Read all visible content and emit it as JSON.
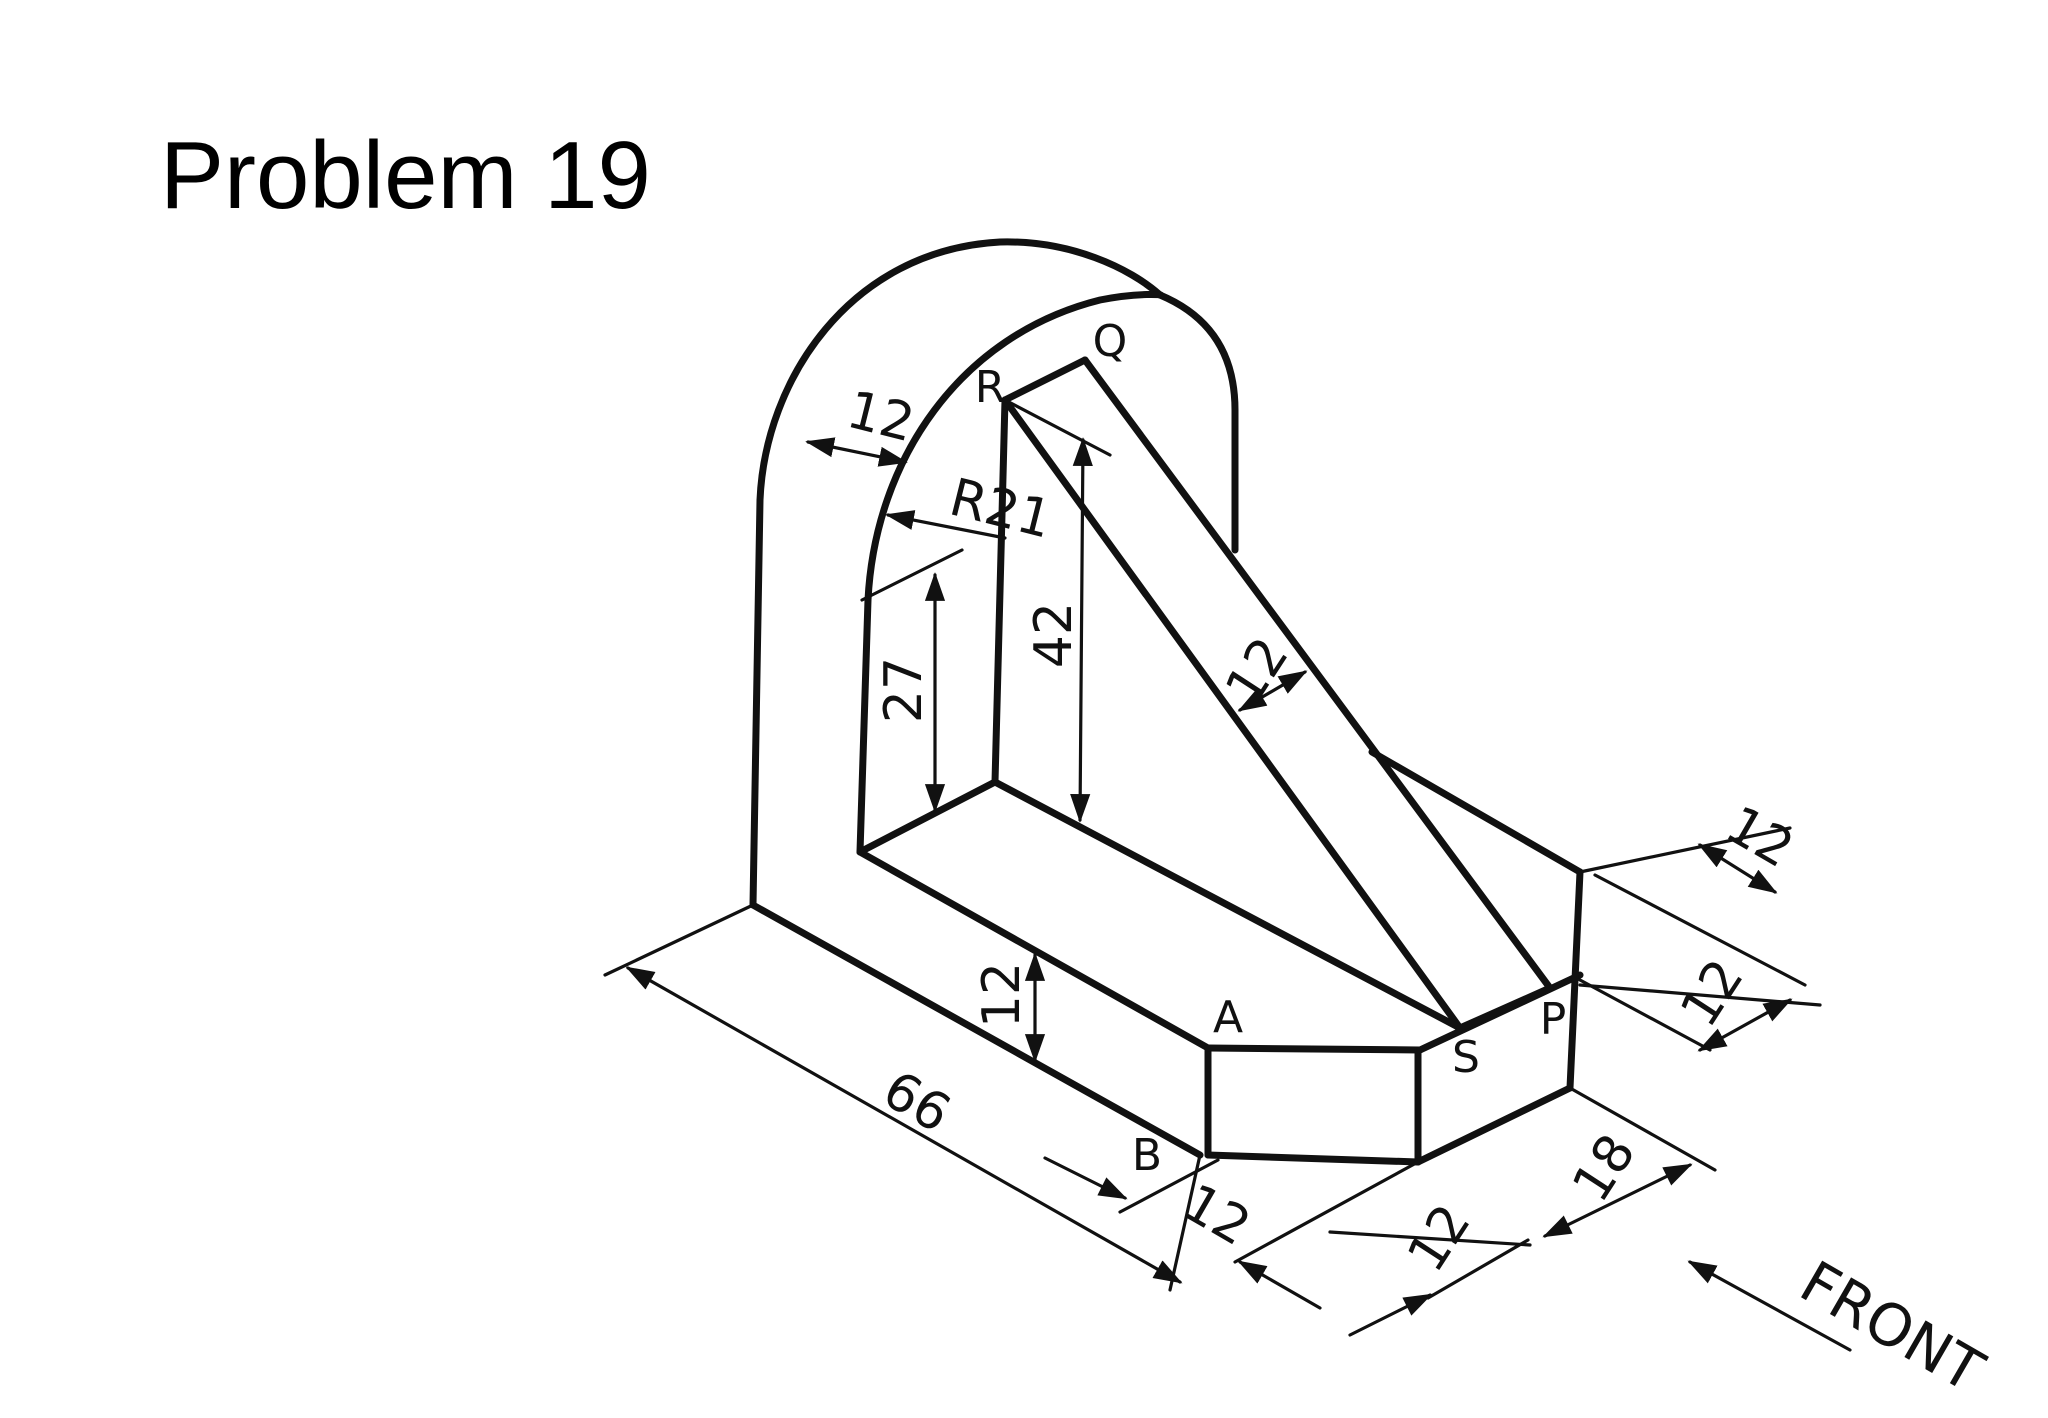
{
  "title": "Problem 19",
  "points": {
    "P": "P",
    "Q": "Q",
    "R": "R",
    "S": "S",
    "A": "A",
    "B": "B"
  },
  "dimensions": {
    "wall_thickness": "12",
    "inner_radius": "R21",
    "inner_height": "27",
    "rib_height": "42",
    "rib_thickness": "12",
    "base_thickness": "12",
    "overall_length": "66",
    "bottom_left_12": "12",
    "bottom_mid_12": "12",
    "bottom_right_18": "18",
    "right_upper_12": "12",
    "right_lower_12": "12"
  },
  "direction_label": "FRONT"
}
